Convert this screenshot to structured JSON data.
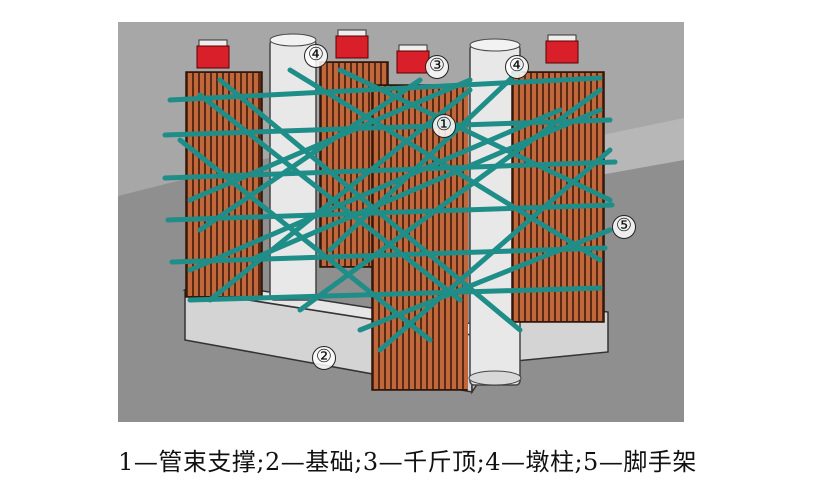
{
  "labels": {
    "pipe_bundle": "①",
    "foundation": "②",
    "jack_left": "③",
    "pier_a": "④",
    "pier_b": "④",
    "scaffold": "⑤"
  },
  "caption": "1—管束支撑;2—基础;3—千斤顶;4—墩柱;5—脚手架",
  "colors": {
    "background_wall": "#a7a7a7",
    "ground": "#8f8f8f",
    "pipe_copper": "#c0683c",
    "pipe_dark": "#5a2a14",
    "jack_red": "#d81f2a",
    "scaffold_teal": "#1f8d88",
    "pier_white": "#e8e8e8",
    "foundation_grey": "#d4d4d4"
  }
}
